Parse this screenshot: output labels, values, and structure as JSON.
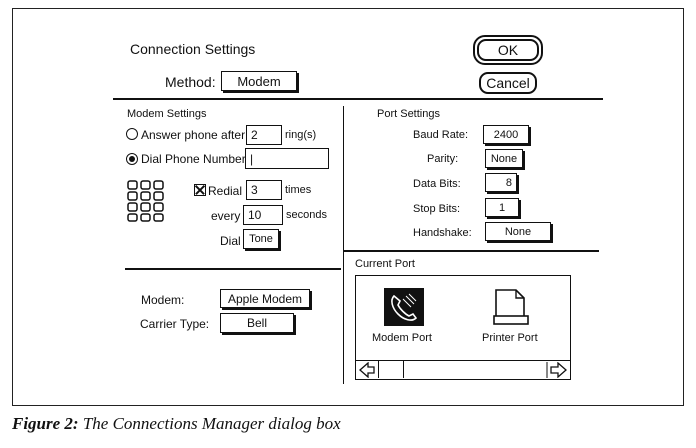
{
  "dialog": {
    "title": "Connection Settings",
    "method_label": "Method:",
    "method_value": "Modem",
    "ok_label": "OK",
    "cancel_label": "Cancel"
  },
  "modem_settings": {
    "header": "Modem Settings",
    "answer_label": "Answer phone after",
    "answer_rings": "2",
    "rings_suffix": "ring(s)",
    "dial_label": "Dial Phone Number",
    "dial_number": "|",
    "selected_option": "dial",
    "redial_label": "Redial",
    "redial_checked": true,
    "redial_times": "3",
    "times_suffix": "times",
    "every_label": "every",
    "every_seconds": "10",
    "seconds_suffix": "seconds",
    "dial_mode_label": "Dial",
    "dial_mode_value": "Tone",
    "modem_label": "Modem:",
    "modem_value": "Apple Modem",
    "carrier_label": "Carrier Type:",
    "carrier_value": "Bell"
  },
  "port_settings": {
    "header": "Port Settings",
    "baud_label": "Baud Rate:",
    "baud_value": "2400",
    "parity_label": "Parity:",
    "parity_value": "None",
    "databits_label": "Data Bits:",
    "databits_value": "8",
    "stopbits_label": "Stop Bits:",
    "stopbits_value": "1",
    "handshake_label": "Handshake:",
    "handshake_value": "None"
  },
  "current_port": {
    "header": "Current Port",
    "ports": [
      {
        "label": "Modem Port",
        "icon": "phone-icon",
        "selected": true
      },
      {
        "label": "Printer Port",
        "icon": "printer-icon",
        "selected": false
      }
    ]
  },
  "caption": {
    "prefix": "Figure 2:",
    "text": "The Connections Manager dialog box"
  }
}
